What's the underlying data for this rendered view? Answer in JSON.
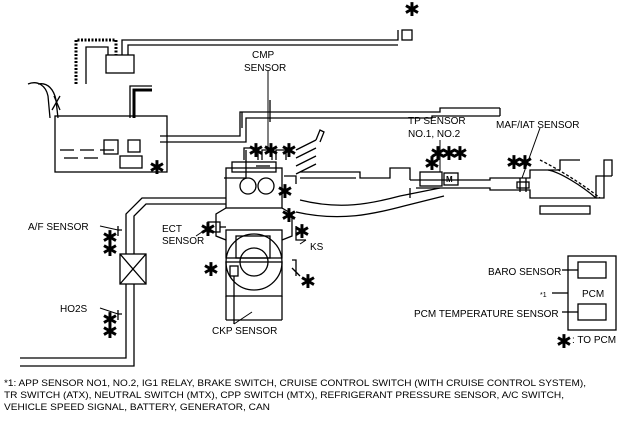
{
  "labels": {
    "cmp_line1": "CMP",
    "cmp_line2": "SENSOR",
    "tp_line1": "TP SENSOR",
    "tp_line2": "NO.1, NO.2",
    "maf_iat": "MAF/IAT SENSOR",
    "af_sensor": "A/F SENSOR",
    "ect_line1": "ECT",
    "ect_line2": "SENSOR",
    "ks": "KS",
    "ho2s": "HO2S",
    "ckp_sensor": "CKP SENSOR",
    "baro_sensor": "BARO SENSOR",
    "pcm": "PCM",
    "pcm_ref": "*1",
    "pcm_temp_sensor": "PCM TEMPERATURE SENSOR",
    "throttle_m": "M"
  },
  "legend": {
    "symbol": "✱",
    "text": ": TO PCM"
  },
  "footnote": {
    "line1": "*1: APP SENSOR NO1, NO.2, IG1 RELAY, BRAKE SWITCH, CRUISE CONTROL SWITCH (WITH CRUISE CONTROL SYSTEM),",
    "line2": "TR SWITCH (ATX), NEUTRAL SWITCH (MTX), CPP SWITCH (MTX), REFRIGERANT PRESSURE SENSOR, A/C SWITCH,",
    "line3": "VEHICLE SPEED SIGNAL, BATTERY, GENERATOR, CAN"
  },
  "marker": "✱"
}
